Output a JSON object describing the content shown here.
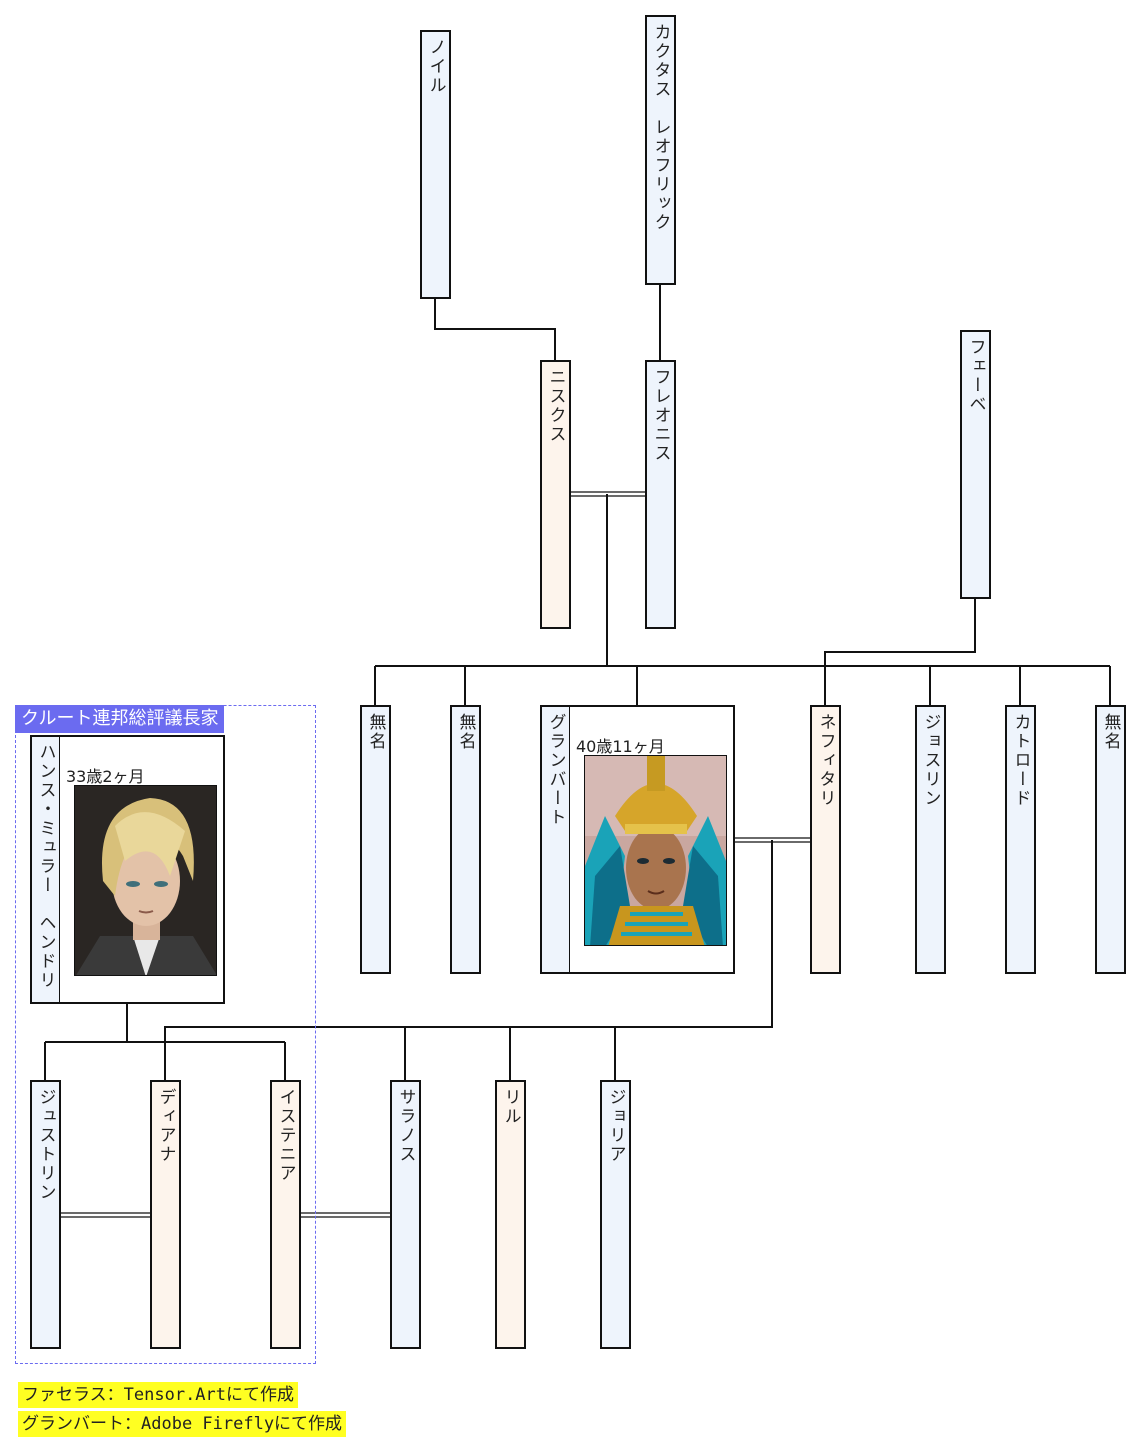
{
  "people": {
    "noiru": "ノイル",
    "kakutasu": "カクタス　レオフリック",
    "nisukusu": "ニスクス",
    "fureonisu": "フレオニス",
    "fuebe": "フェーベ",
    "mumei1": "無名",
    "mumei2": "無名",
    "guranbato": "グランバート",
    "nefitari": "ネフィタリ",
    "josurin": "ジョスリン",
    "katorodo": "カトロード",
    "mumei3": "無名",
    "hansu": "ハンス・ミュラー　ヘンドリ",
    "jusutorin": "ジュストリン",
    "diana": "ディアナ",
    "isutenia": "イステニア",
    "saranosu": "サラノス",
    "riru": "リル",
    "joria": "ジョリア"
  },
  "ages": {
    "hansu": "33歳2ヶ月",
    "guranbato": "40歳11ヶ月"
  },
  "house_label": "クルート連邦総評議長家",
  "credits": [
    "ファセラス：Tensor.Artにて作成",
    "グランバート：Adobe Fireflyにて作成"
  ],
  "colors": {
    "male_fill": "#eef4fc",
    "female_fill": "#fdf4ec",
    "house_border": "#6b6bf0",
    "credit_highlight": "#ffff22"
  }
}
